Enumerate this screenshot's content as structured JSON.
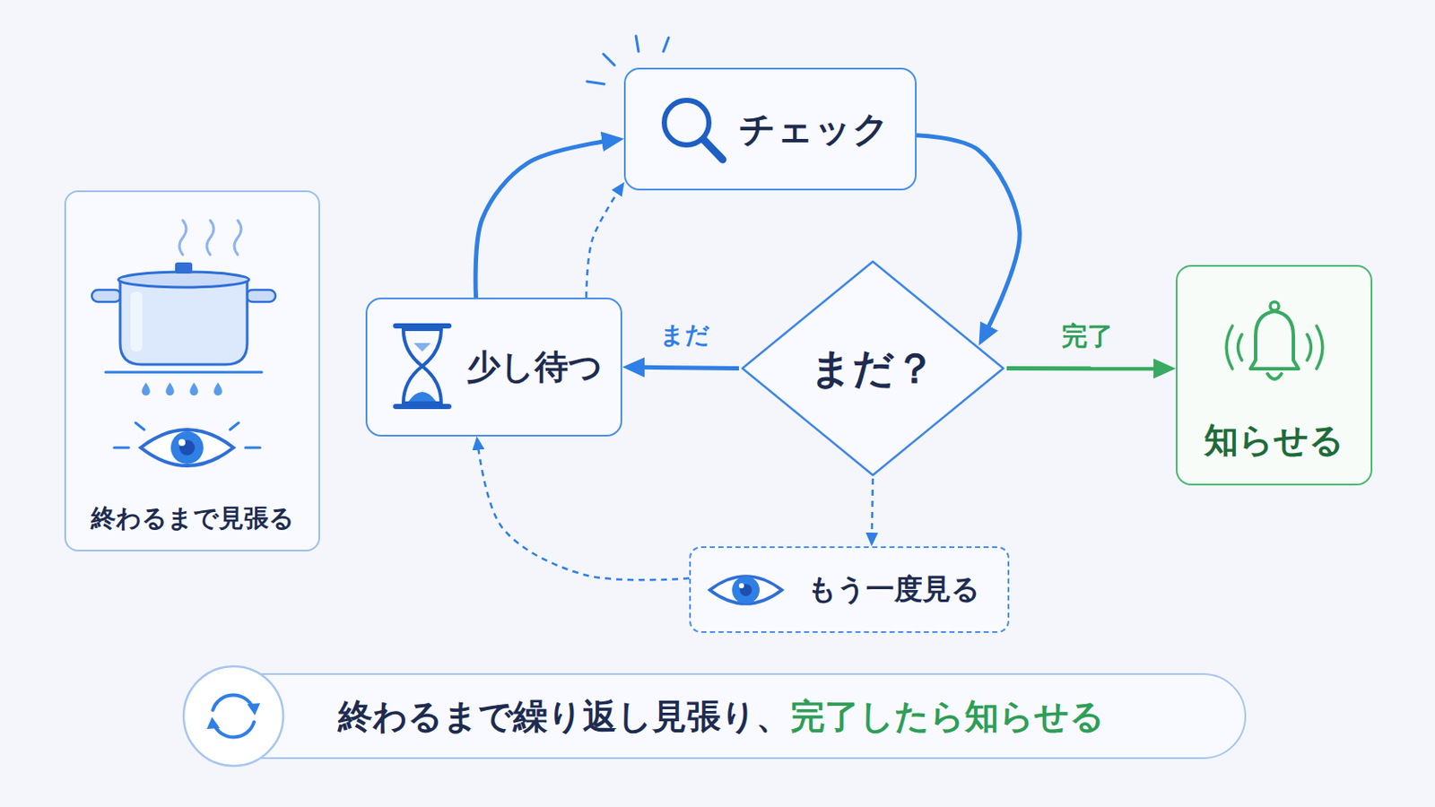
{
  "diagram": {
    "nodes": [
      {
        "text": [
          "終わるまで見張る"
        ]
      },
      {
        "text": [
          "チェック"
        ]
      },
      {
        "text": [
          "少し待つ"
        ]
      },
      {
        "text": [
          "まだ？"
        ]
      },
      {
        "text": [
          "知らせる"
        ]
      },
      {
        "text": [
          "もう一度見る"
        ]
      },
      {
        "text": [
          "終わるまで繰り返し見張り、",
          "完了したら知らせる"
        ]
      }
    ],
    "edges": [
      {
        "from": 2,
        "to": 1,
        "arrow": "to"
      },
      {
        "from": 2,
        "to": 1,
        "arrow": "to"
      },
      {
        "from": 1,
        "to": 3,
        "arrow": "to"
      },
      {
        "from": 3,
        "to": 2,
        "label": "まだ",
        "arrow": "to"
      },
      {
        "from": 3,
        "to": 4,
        "label": "完了",
        "arrow": "to"
      },
      {
        "from": 3,
        "to": 5,
        "arrow": "to"
      },
      {
        "from": 5,
        "to": 2,
        "arrow": "to"
      }
    ]
  }
}
